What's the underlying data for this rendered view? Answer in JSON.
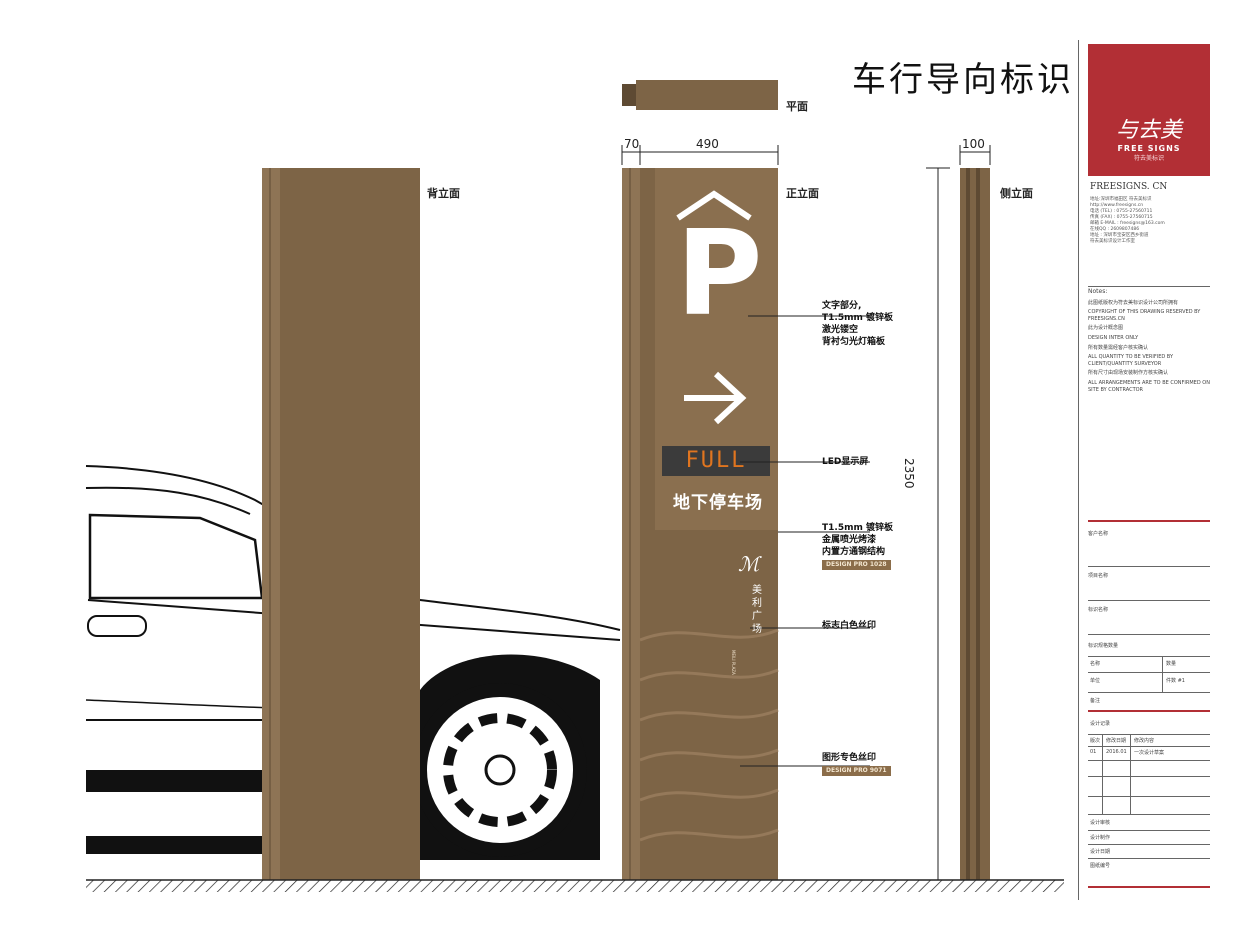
{
  "title": "车行导向标识",
  "views": {
    "plan": "平面",
    "back": "背立面",
    "front": "正立面",
    "side": "侧立面"
  },
  "dimensions": {
    "side_thickness": "70",
    "front_width": "490",
    "height": "2350",
    "side_width": "100"
  },
  "sign": {
    "symbol": "P",
    "led_text": "FULL",
    "parking_text": "地下停车场",
    "brand_name": "美利广场",
    "brand_en": "MEILI PLAZA"
  },
  "callouts": {
    "text_part": [
      "文字部分,",
      "T1.5mm 镀锌板",
      "激光镂空",
      "背衬匀光灯箱板"
    ],
    "led": "LED显示屏",
    "body": [
      "T1.5mm 镀锌板",
      "金属喷光烤漆",
      "内置方通钢结构"
    ],
    "body_tag": "DESIGN PRO 1028",
    "logo": "标志白色丝印",
    "pattern": "图形专色丝印",
    "pattern_tag": "DESIGN PRO 9071"
  },
  "colors": {
    "panel_brown": "#7d6446",
    "panel_light": "#a58a67",
    "led_orange": "#e0751f",
    "brand_red": "#b22f35"
  },
  "company": {
    "logo_text": "与去美",
    "logo_en": "FREE SIGNS",
    "logo_cn": "符去美标识",
    "site": "FREESIGNS. CN",
    "contact": [
      "地址:深圳市福田区 符去美标识",
      "http://www.freesigns.cn",
      "电话 (TEL) : 0755-27560711",
      "传真 (FAX) : 0755-27560715",
      "邮箱 E-MAIL : freesigns@163.com",
      "在线QQ : 2609807486",
      "地址 : 深圳市宝安区西乡街道",
      "符去美标识设计工作室"
    ]
  },
  "notes_title": "Notes:",
  "notes": [
    "此图纸版权为符去美标识设计公司所拥有",
    "COPYRIGHT OF THIS DRAWING RESERVED BY FREESIGNS.CN",
    "此为设计概念图",
    "DESIGN INTER ONLY",
    "所有数量需经客户核实确认",
    "ALL QUANTITY TO BE VERIFIED BY CLIENT/QUANTITY SURVEYOR",
    "所有尺寸由现场安装制作方核实确认",
    "ALL ARRANGEMENTS ARE TO BE CONFIRMED ON SITE BY CONTRACTOR"
  ],
  "form": {
    "client": "客户名称",
    "project": "项目名称",
    "item": "标识名称",
    "spec": "标识规格数量",
    "name_label": "名称",
    "qty_label": "数量",
    "unit_label": "单位",
    "unit_value": "件数 #1",
    "remarks": "备注",
    "design_record": "设计记录",
    "rec_cols": [
      "版次",
      "修改日期",
      "修改内容"
    ],
    "rec_row": [
      "01",
      "2016.01",
      "一次设计草案"
    ],
    "reviewer": "设计审核",
    "designer": "设计制作",
    "date": "设计日期",
    "drawing_no": "图纸编号"
  }
}
